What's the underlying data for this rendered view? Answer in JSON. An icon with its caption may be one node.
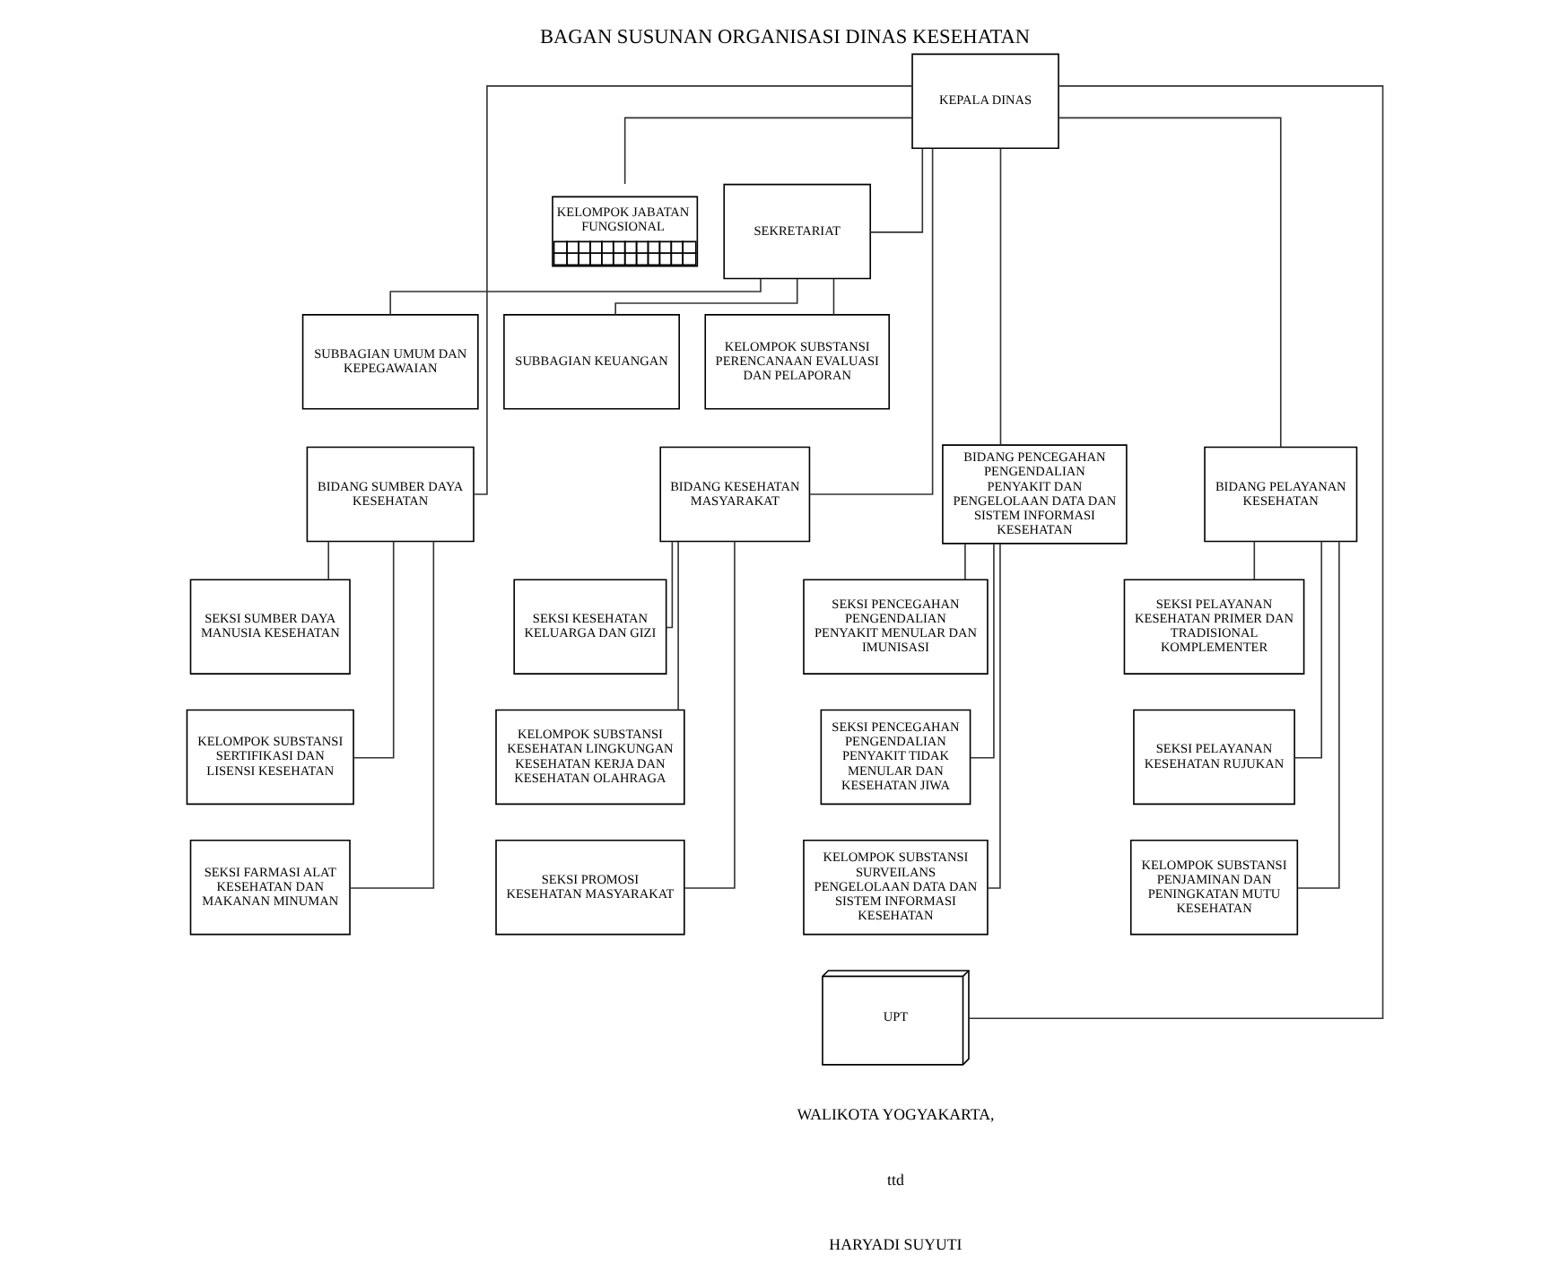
{
  "diagram": {
    "title": "BAGAN SUSUNAN ORGANISASI DINAS KESEHATAN",
    "nodes": [
      {
        "text": [
          "KEPALA DINAS"
        ]
      },
      {
        "text": [
          "KELOMPOK JABATAN FUNGSIONAL"
        ]
      },
      {
        "text": [
          "SEKRETARIAT"
        ]
      },
      {
        "text": [
          "SUBBAGIAN UMUM DAN KEPEGAWAIAN"
        ]
      },
      {
        "text": [
          "SUBBAGIAN KEUANGAN"
        ]
      },
      {
        "text": [
          "KELOMPOK SUBSTANSI PERENCANAAN EVALUASI DAN PELAPORAN"
        ]
      },
      {
        "text": [
          "BIDANG SUMBER DAYA KESEHATAN"
        ]
      },
      {
        "text": [
          "BIDANG KESEHATAN MASYARAKAT"
        ]
      },
      {
        "text": [
          "BIDANG PENCEGAHAN PENGENDALIAN PENYAKIT DAN PENGELOLAAN DATA DAN SISTEM INFORMASI KESEHATAN"
        ]
      },
      {
        "text": [
          "BIDANG PELAYANAN KESEHATAN"
        ]
      },
      {
        "text": [
          "SEKSI SUMBER DAYA MANUSIA KESEHATAN"
        ]
      },
      {
        "text": [
          "KELOMPOK SUBSTANSI SERTIFIKASI DAN LISENSI KESEHATAN"
        ]
      },
      {
        "text": [
          "SEKSI FARMASI ALAT KESEHATAN DAN MAKANAN MINUMAN"
        ]
      },
      {
        "text": [
          "SEKSI KESEHATAN KELUARGA DAN GIZI"
        ]
      },
      {
        "text": [
          "KELOMPOK SUBSTANSI KESEHATAN LINGKUNGAN KESEHATAN KERJA DAN KESEHATAN OLAHRAGA"
        ]
      },
      {
        "text": [
          "SEKSI PROMOSI KESEHATAN MASYARAKAT"
        ]
      },
      {
        "text": [
          "SEKSI PENCEGAHAN PENGENDALIAN PENYAKIT MENULAR DAN IMUNISASI"
        ]
      },
      {
        "text": [
          "SEKSI PENCEGAHAN PENGENDALIAN PENYAKIT TIDAK MENULAR DAN KESEHATAN JIWA"
        ]
      },
      {
        "text": [
          "KELOMPOK SUBSTANSI SURVEILANS PENGELOLAAN DATA DAN SISTEM INFORMASI KESEHATAN"
        ]
      },
      {
        "text": [
          "SEKSI PELAYANAN KESEHATAN PRIMER DAN TRADISIONAL KOMPLEMENTER"
        ]
      },
      {
        "text": [
          "SEKSI PELAYANAN KESEHATAN RUJUKAN"
        ]
      },
      {
        "text": [
          "KELOMPOK SUBSTANSI PENJAMINAN DAN PENINGKATAN MUTU KESEHATAN"
        ]
      },
      {
        "text": [
          "UPT"
        ]
      }
    ],
    "edges": [
      {
        "from": 0,
        "to": 1,
        "arrow": "none"
      },
      {
        "from": 0,
        "to": 2,
        "arrow": "none"
      },
      {
        "from": 2,
        "to": 3,
        "arrow": "none"
      },
      {
        "from": 2,
        "to": 4,
        "arrow": "none"
      },
      {
        "from": 2,
        "to": 5,
        "arrow": "none"
      },
      {
        "from": 0,
        "to": 6,
        "arrow": "none"
      },
      {
        "from": 0,
        "to": 7,
        "arrow": "none"
      },
      {
        "from": 0,
        "to": 8,
        "arrow": "none"
      },
      {
        "from": 0,
        "to": 9,
        "arrow": "none"
      },
      {
        "from": 6,
        "to": 10,
        "arrow": "none"
      },
      {
        "from": 6,
        "to": 11,
        "arrow": "none"
      },
      {
        "from": 6,
        "to": 12,
        "arrow": "none"
      },
      {
        "from": 7,
        "to": 13,
        "arrow": "none"
      },
      {
        "from": 7,
        "to": 14,
        "arrow": "none"
      },
      {
        "from": 7,
        "to": 15,
        "arrow": "none"
      },
      {
        "from": 8,
        "to": 16,
        "arrow": "none"
      },
      {
        "from": 8,
        "to": 17,
        "arrow": "none"
      },
      {
        "from": 8,
        "to": 18,
        "arrow": "none"
      },
      {
        "from": 9,
        "to": 19,
        "arrow": "none"
      },
      {
        "from": 9,
        "to": 20,
        "arrow": "none"
      },
      {
        "from": 9,
        "to": 21,
        "arrow": "none"
      },
      {
        "from": 0,
        "to": 22,
        "arrow": "none"
      }
    ],
    "labels": [
      "WALIKOTA YOGYAKARTA,",
      "ttd",
      "HARYADI SUYUTI"
    ]
  }
}
